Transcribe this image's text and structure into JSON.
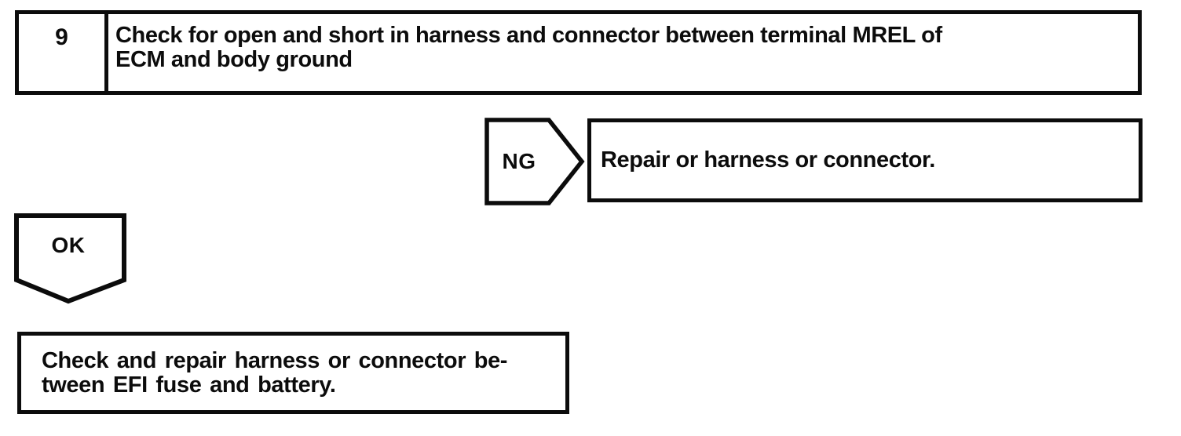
{
  "colors": {
    "ink": "#0c0c0c",
    "paper": "#ffffff"
  },
  "step": {
    "number": "9",
    "instruction_lines": [
      "Check for open and short in harness and connector between terminal MREL of",
      "ECM and body ground"
    ],
    "instruction_full": "Check for open and short in harness and connector between terminal MREL of ECM and body ground"
  },
  "ng_branch": {
    "label": "NG",
    "action": "Repair or harness or connector."
  },
  "ok_branch": {
    "label": "OK"
  },
  "final_step": {
    "action_lines": [
      "Check and repair harness or connector be-",
      "tween EFI fuse and battery."
    ],
    "action_full": "Check and repair harness or connector between EFI fuse and battery."
  }
}
